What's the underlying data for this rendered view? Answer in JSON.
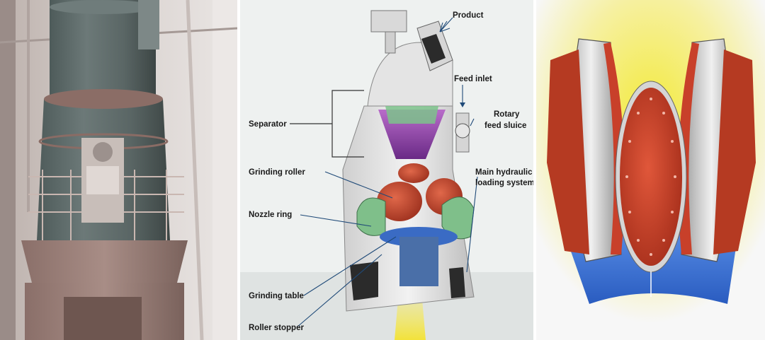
{
  "left_photo": {
    "icon": "vertical-mill-photo"
  },
  "diagram": {
    "labels": {
      "product": "Product",
      "feed_inlet": "Feed inlet",
      "rotary_feed_sluice_1": "Rotary",
      "rotary_feed_sluice_2": "feed sluice",
      "separator": "Separator",
      "grinding_roller": "Grinding roller",
      "main_hydraulic_1": "Main hydraulic",
      "main_hydraulic_2": "loading system",
      "nozzle_ring": "Nozzle ring",
      "grinding_table": "Grinding table",
      "roller_stopper": "Roller stopper"
    },
    "colors": {
      "roller": "#c8442a",
      "separator_cone": "#8a3fa0",
      "table": "#3a6bc4",
      "hydraulic": "#7fbf8a",
      "product_flow": "#f2e23a"
    }
  },
  "right_render": {
    "icon": "grinding-rollers-render",
    "colors": {
      "roller": "#c8402a",
      "tire": "#d8d8d8",
      "table": "#3f78d8",
      "background_glow": "#f3ea3c"
    }
  }
}
